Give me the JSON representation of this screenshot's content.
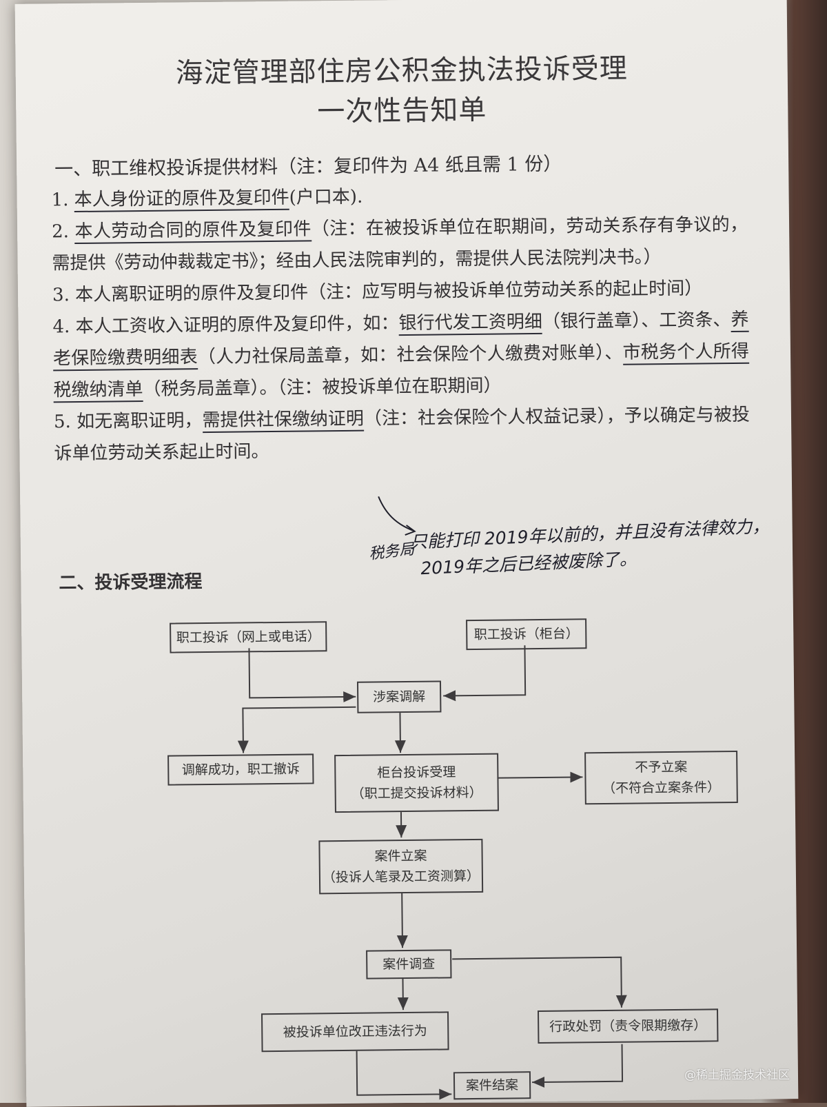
{
  "title_line1": "海淀管理部住房公积金执法投诉受理",
  "title_line2": "一次性告知单",
  "section1": {
    "heading": "一、职工维权投诉提供材料（注：复印件为 A4 纸且需 1 份）",
    "items": [
      {
        "num": "1.",
        "underlined": "本人身份证的原件及复印件",
        "rest": "(户口本)."
      },
      {
        "num": "2.",
        "underlined": "本人劳动合同的原件及复印件",
        "rest": "（注：在被投诉单位在职期间，劳动关系存有争议的，需提供《劳动仲裁裁定书》；经由人民法院审判的，需提供人民法院判决书。）"
      },
      {
        "num": "3.",
        "underlined": "",
        "rest": "本人离职证明的原件及复印件（注：应写明与被投诉单位劳动关系的起止时间）"
      },
      {
        "num": "4.",
        "pre": "本人工资收入证明的原件及复印件，如：",
        "u1": "银行代发工资明细",
        "mid1": "（银行盖章）、工资条、",
        "u2": "养老保险缴费明细表",
        "mid2": "（人力社保局盖章，如：社会保险个人缴费对账单）、",
        "u3": "市税务个人所得税缴纳清单",
        "post": "（税务局盖章）。（注：被投诉单位在职期间）"
      },
      {
        "num": "5.",
        "pre": "如无离职证明，",
        "u1": "需提供社保缴纳证明",
        "post": "（注：社会保险个人权益记录），予以确定与被投诉单位劳动关系起止时间。"
      }
    ]
  },
  "handwritten": {
    "line1": "只能打印 2019年以前的，并且没有法律效力，",
    "line2": "2019年之后已经被废除了。",
    "side": "税务局"
  },
  "section2": {
    "heading": "二、投诉受理流程"
  },
  "flow": {
    "complaint_online": "职工投诉（网上或电话）",
    "complaint_counter": "职工投诉（柜台）",
    "mediation": "涉案调解",
    "mediation_success": "调解成功，职工撤诉",
    "counter_accept_l1": "柜台投诉受理",
    "counter_accept_l2": "（职工提交投诉材料）",
    "no_case_l1": "不予立案",
    "no_case_l2": "（不符合立案条件）",
    "filing_l1": "案件立案",
    "filing_l2": "（投诉人笔录及工资测算）",
    "investigation": "案件调查",
    "correction": "被投诉单位改正违法行为",
    "penalty": "行政处罚（责令限期缴存）",
    "closed": "案件结案"
  },
  "watermark": "@稀土掘金技术社区"
}
